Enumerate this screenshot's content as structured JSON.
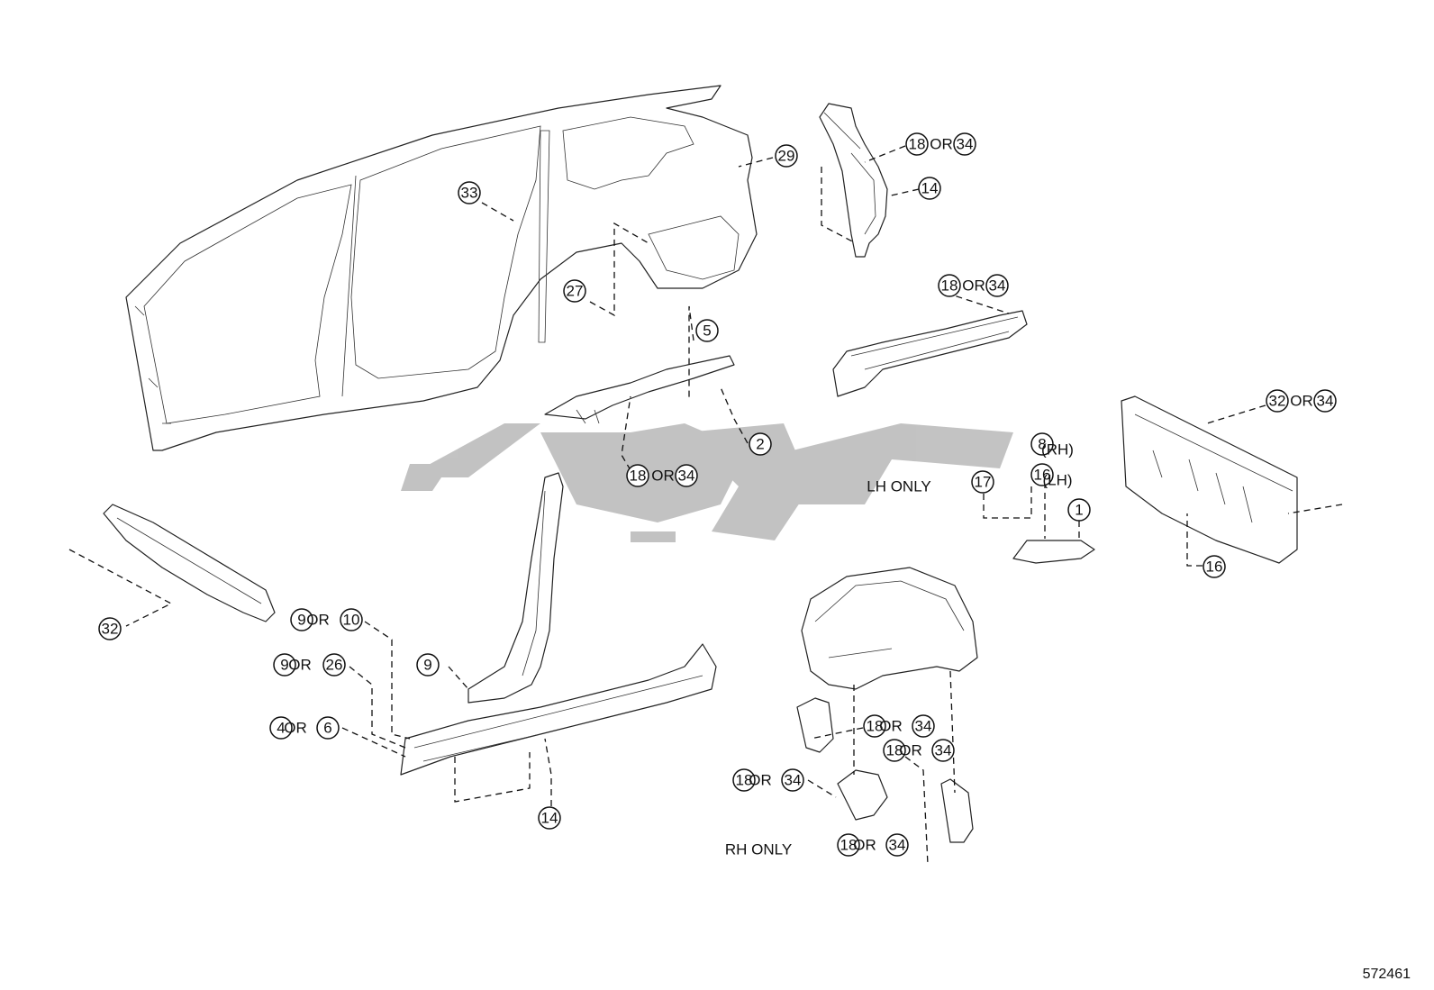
{
  "diagram_id": "572461",
  "connector": "OR",
  "labels": {
    "lh_only": "LH ONLY",
    "rh_only": "RH ONLY",
    "rh": "(RH)",
    "lh": "(LH)"
  },
  "callouts": {
    "c1": "1",
    "c2": "2",
    "c5": "5",
    "c8": "8",
    "c9a": "9",
    "c9b": "9",
    "c9c": "9",
    "c10": "10",
    "c26": "26",
    "c4": "4",
    "c6": "6",
    "c14a": "14",
    "c14b": "14",
    "c16a": "16",
    "c16b": "16",
    "c17": "17",
    "c27": "27",
    "c29": "29",
    "c32a": "32",
    "c32b": "32",
    "c33": "33",
    "p1a": "18",
    "p1b": "34",
    "p2a": "18",
    "p2b": "34",
    "p3a": "18",
    "p3b": "34",
    "p4a": "18",
    "p4b": "34",
    "p5a": "18",
    "p5b": "34",
    "p6a": "18",
    "p6b": "34",
    "p7a": "18",
    "p7b": "34",
    "p8a": "32",
    "p8b": "34"
  },
  "colors": {
    "line": "#222222",
    "watermark": "#b8b8b8",
    "background": "#ffffff"
  }
}
